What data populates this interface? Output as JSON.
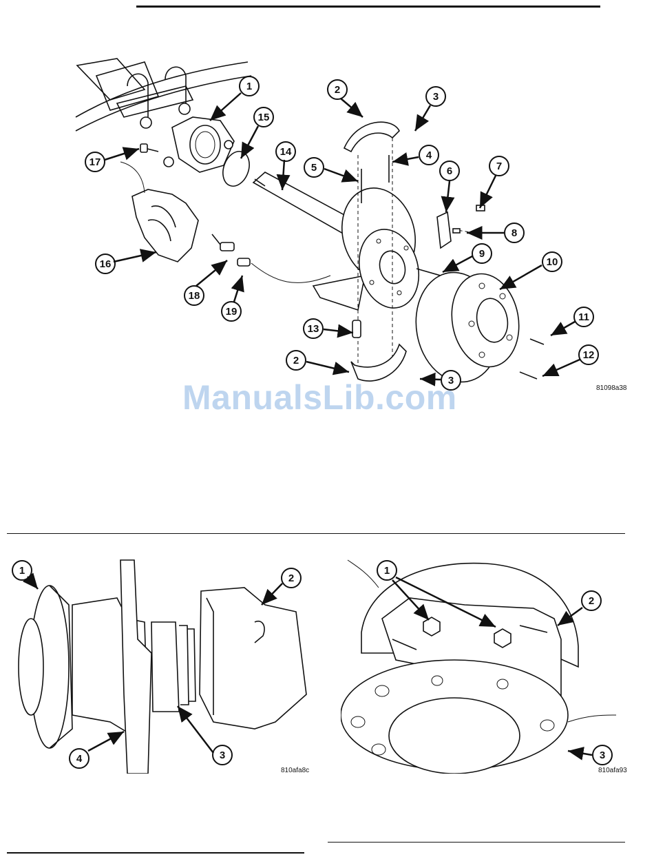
{
  "watermark": "ManualsLib.com",
  "figure_top": {
    "figure_id": "81098a38",
    "callouts": [
      "1",
      "2",
      "3",
      "4",
      "5",
      "6",
      "7",
      "8",
      "9",
      "10",
      "11",
      "12",
      "13",
      "14",
      "15",
      "16",
      "17",
      "18",
      "19",
      "2",
      "3"
    ]
  },
  "figure_left": {
    "figure_id": "810afa8c",
    "callouts": [
      "1",
      "2",
      "3",
      "4"
    ]
  },
  "figure_right": {
    "figure_id": "810afa93",
    "callouts": [
      "1",
      "2",
      "3"
    ]
  }
}
